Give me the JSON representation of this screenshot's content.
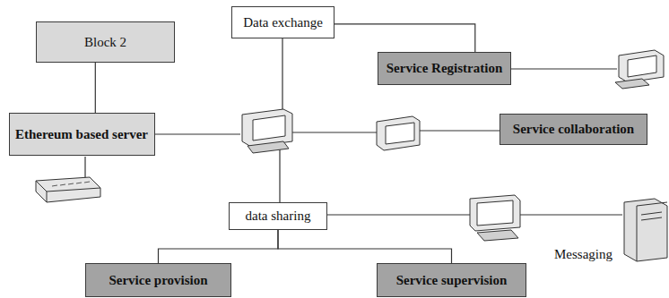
{
  "diagram": {
    "nodes": [
      {
        "text": [
          "Block 2"
        ]
      },
      {
        "text": [
          "Data exchange"
        ]
      },
      {
        "text": [
          "Service Registration"
        ]
      },
      {
        "text": [
          "Ethereum based server"
        ]
      },
      {
        "text": [
          "Service collaboration"
        ]
      },
      {
        "text": [
          "data sharing"
        ]
      },
      {
        "text": [
          "Service provision"
        ]
      },
      {
        "text": [
          "Service supervision"
        ]
      }
    ],
    "edges": [
      {
        "from": 0,
        "to": 3,
        "arrow": "none"
      },
      {
        "from": 1,
        "to": 2,
        "arrow": "none"
      },
      {
        "from": 5,
        "to": 6,
        "arrow": "none"
      },
      {
        "from": 5,
        "to": 7,
        "arrow": "none"
      }
    ],
    "labels": [
      "Messaging"
    ]
  }
}
